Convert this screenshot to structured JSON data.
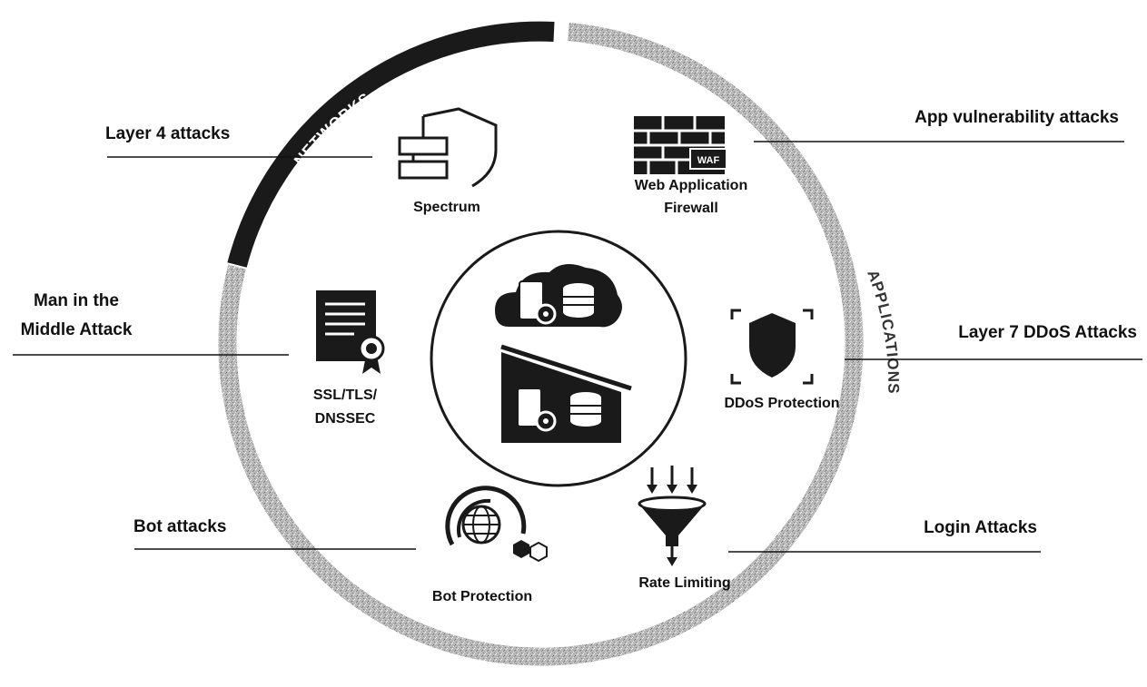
{
  "ring": {
    "networks_label": "NETWORKS",
    "applications_label": "APPLICATIONS"
  },
  "attacks": {
    "layer4": "Layer 4 attacks",
    "app_vuln": "App vulnerability attacks",
    "mitm_line1": "Man in the",
    "mitm_line2": "Middle Attack",
    "layer7": "Layer 7 DDoS Attacks",
    "bot": "Bot attacks",
    "login": "Login Attacks"
  },
  "services": {
    "spectrum": "Spectrum",
    "waf_line1": "Web Application",
    "waf_line2": "Firewall",
    "waf_badge": "WAF",
    "ssl_line1": "SSL/TLS/",
    "ssl_line2": "DNSSEC",
    "ddos": "DDoS Protection",
    "bot": "Bot Protection",
    "rate": "Rate Limiting"
  },
  "colors": {
    "networks_arc": "#1a1a1a",
    "applications_arc": "#b5b5b5",
    "icon": "#1a1a1a",
    "text": "#111111"
  },
  "icons": [
    "shield-server-icon",
    "brick-firewall-icon",
    "certificate-icon",
    "shield-scan-icon",
    "globe-radar-icon",
    "funnel-icon",
    "cloud-servers-icon",
    "on-premise-servers-icon"
  ]
}
